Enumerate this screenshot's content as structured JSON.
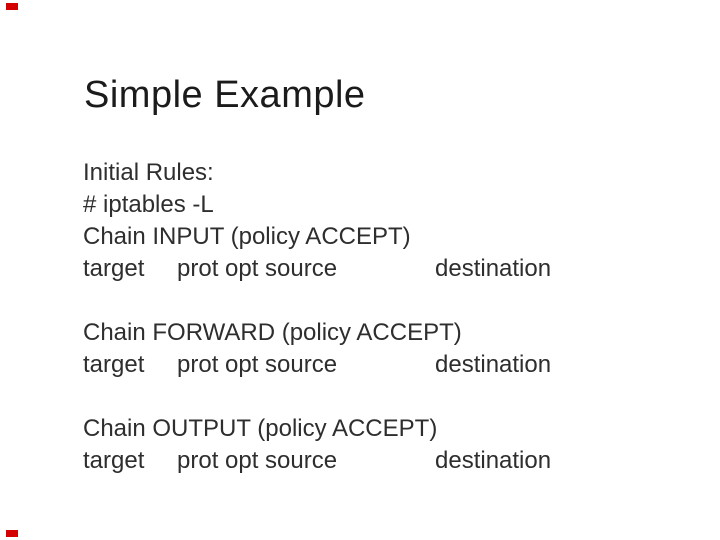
{
  "slide": {
    "title": "Simple Example",
    "intro_lines": [
      "Initial Rules:",
      "# iptables -L"
    ],
    "chains": [
      {
        "heading": "Chain INPUT (policy ACCEPT)",
        "header_row": [
          "target",
          "prot opt source",
          "destination"
        ]
      },
      {
        "heading": "Chain FORWARD (policy ACCEPT)",
        "header_row": [
          "target",
          "prot opt source",
          "destination"
        ]
      },
      {
        "heading": "Chain OUTPUT (policy ACCEPT)",
        "header_row": [
          "target",
          "prot opt source",
          "destination"
        ]
      }
    ]
  },
  "colors": {
    "background": "#ffffff",
    "title_text": "#1b1b1b",
    "body_text": "#2e2e2e",
    "corner_mark": "#d40000"
  }
}
